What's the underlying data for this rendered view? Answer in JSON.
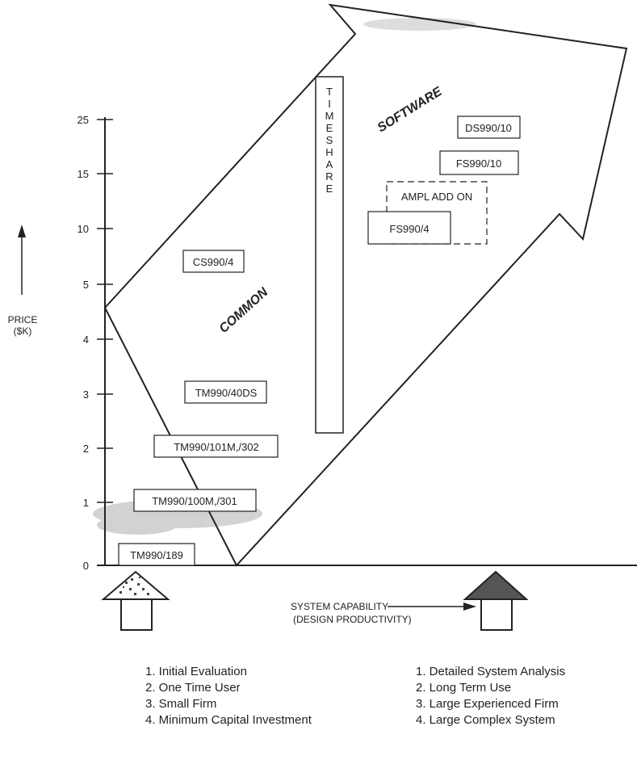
{
  "y_axis": {
    "title_line1": "PRICE",
    "title_line2": "($K)",
    "ticks": [
      "0",
      "1",
      "2",
      "3",
      "4",
      "5",
      "10",
      "15",
      "25"
    ]
  },
  "x_axis": {
    "title_line1": "SYSTEM CAPABILITY",
    "title_line2": "(DESIGN PRODUCTIVITY)"
  },
  "bands": {
    "common": "COMMON",
    "software": "SOFTWARE",
    "timeshare": "TIMESHARE"
  },
  "systems": [
    {
      "label": "TM990/189"
    },
    {
      "label": "TM990/100M,/301"
    },
    {
      "label": "TM990/101M,/302"
    },
    {
      "label": "TM990/40DS"
    },
    {
      "label": "CS990/4"
    },
    {
      "label": "FS990/4"
    },
    {
      "label": "AMPL ADD ON"
    },
    {
      "label": "FS990/10"
    },
    {
      "label": "DS990/10"
    }
  ],
  "left_list": [
    "1. Initial Evaluation",
    "2. One Time User",
    "3. Small Firm",
    "4. Minimum Capital Investment"
  ],
  "right_list": [
    "1. Detailed System Analysis",
    "2. Long Term Use",
    "3. Large Experienced Firm",
    "4. Large Complex System"
  ],
  "colors": {
    "ink": "#222222",
    "speckle": "#bdbdbd",
    "roof_dark": "#555555"
  }
}
